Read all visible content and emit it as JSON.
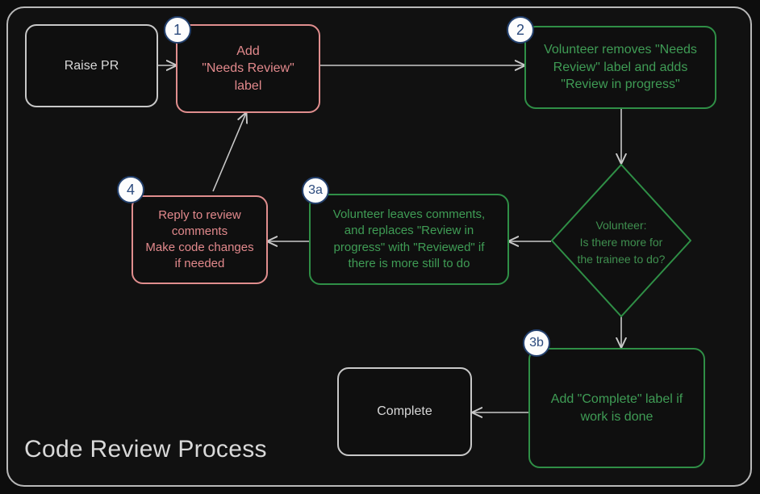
{
  "diagram": {
    "title": "Code Review Process",
    "frame": {
      "border_color": "#b9b9b9",
      "background": "#111111"
    },
    "palette": {
      "neutral": "#c8c8c8",
      "red": "#e08e8e",
      "green": "#2f8f46",
      "badge_fill": "#fdfdfd",
      "badge_border": "#24416e",
      "badge_text": "#2b4a7d",
      "edge": "#c9c9c9",
      "background": "#0d0d0d"
    },
    "nodes": [
      {
        "id": "raise-pr",
        "badge": null,
        "shape": "rounded-rect",
        "color": "neutral",
        "text": "Raise PR"
      },
      {
        "id": "add-needs-review",
        "badge": "1",
        "shape": "rounded-rect",
        "color": "red",
        "text": "Add\n\"Needs Review\"\nlabel"
      },
      {
        "id": "volunteer-swap",
        "badge": "2",
        "shape": "rounded-rect",
        "color": "green",
        "text": "Volunteer removes \"Needs\nReview\" label and adds\n\"Review in progress\""
      },
      {
        "id": "decision",
        "badge": null,
        "shape": "diamond",
        "color": "green",
        "text": "Volunteer:\nIs there more for\nthe trainee to do?"
      },
      {
        "id": "leaves-comments",
        "badge": "3a",
        "shape": "rounded-rect",
        "color": "green",
        "text": "Volunteer leaves comments,\nand replaces \"Review in\nprogress\" with \"Reviewed\" if\nthere is more still to do"
      },
      {
        "id": "reply-to-review",
        "badge": "4",
        "shape": "rounded-rect",
        "color": "red",
        "text": "Reply to review\ncomments\nMake code changes\nif needed"
      },
      {
        "id": "add-complete",
        "badge": "3b",
        "shape": "rounded-rect",
        "color": "green",
        "text": "Add \"Complete\" label if\nwork is done"
      },
      {
        "id": "complete",
        "badge": null,
        "shape": "rounded-rect",
        "color": "neutral",
        "text": "Complete"
      }
    ],
    "edges": [
      {
        "from": "raise-pr",
        "to": "add-needs-review"
      },
      {
        "from": "add-needs-review",
        "to": "volunteer-swap"
      },
      {
        "from": "volunteer-swap",
        "to": "decision"
      },
      {
        "from": "decision",
        "to": "leaves-comments"
      },
      {
        "from": "leaves-comments",
        "to": "reply-to-review"
      },
      {
        "from": "reply-to-review",
        "to": "add-needs-review"
      },
      {
        "from": "decision",
        "to": "add-complete"
      },
      {
        "from": "add-complete",
        "to": "complete"
      }
    ]
  }
}
